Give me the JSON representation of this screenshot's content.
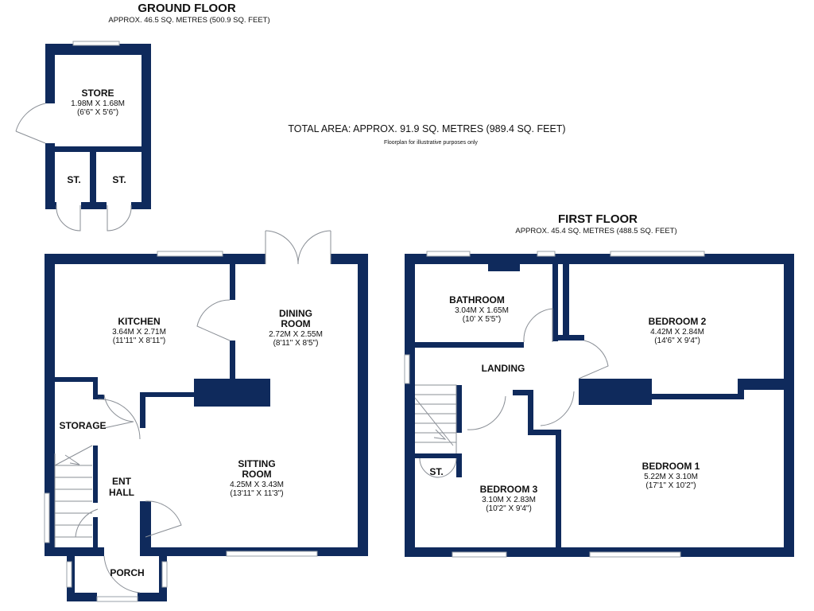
{
  "ground_floor": {
    "title": "GROUND FLOOR",
    "area": "APPROX. 46.5 SQ. METRES (500.9 SQ. FEET)",
    "rooms": {
      "store": {
        "name": "STORE",
        "metric": "1.98M X 1.68M",
        "imperial": "(6'6\" X 5'6\")"
      },
      "st1": {
        "name": "ST."
      },
      "st2": {
        "name": "ST."
      },
      "kitchen": {
        "name": "KITCHEN",
        "metric": "3.64M X 2.71M",
        "imperial": "(11'11\" X 8'11\")"
      },
      "dining": {
        "name_line1": "DINING",
        "name_line2": "ROOM",
        "metric": "2.72M X 2.55M",
        "imperial": "(8'11\" X 8'5\")"
      },
      "storage": {
        "name": "STORAGE"
      },
      "sitting": {
        "name_line1": "SITTING",
        "name_line2": "ROOM",
        "metric": "4.25M X 3.43M",
        "imperial": "(13'11\" X 11'3\")"
      },
      "hall": {
        "name_line1": "ENT",
        "name_line2": "HALL"
      },
      "porch": {
        "name": "PORCH"
      }
    }
  },
  "first_floor": {
    "title": "FIRST FLOOR",
    "area": "APPROX. 45.4 SQ. METRES (488.5 SQ. FEET)",
    "rooms": {
      "bathroom": {
        "name": "BATHROOM",
        "metric": "3.04M X 1.65M",
        "imperial": "(10' X 5'5\")"
      },
      "bedroom2": {
        "name": "BEDROOM 2",
        "metric": "4.42M X 2.84M",
        "imperial": "(14'6\" X 9'4\")"
      },
      "landing": {
        "name": "LANDING"
      },
      "st": {
        "name": "ST."
      },
      "bedroom3": {
        "name": "BEDROOM 3",
        "metric": "3.10M X 2.83M",
        "imperial": "(10'2\" X 9'4\")"
      },
      "bedroom1": {
        "name": "BEDROOM 1",
        "metric": "5.22M X 3.10M",
        "imperial": "(17'1\" X 10'2\")"
      }
    }
  },
  "total_area": "TOTAL AREA: APPROX. 91.9 SQ. METRES (989.4 SQ. FEET)",
  "disclaimer": "Floorplan for illustrative purposes only",
  "colors": {
    "walls": "#0f2a5c",
    "fixtures": "#8a8f96"
  }
}
